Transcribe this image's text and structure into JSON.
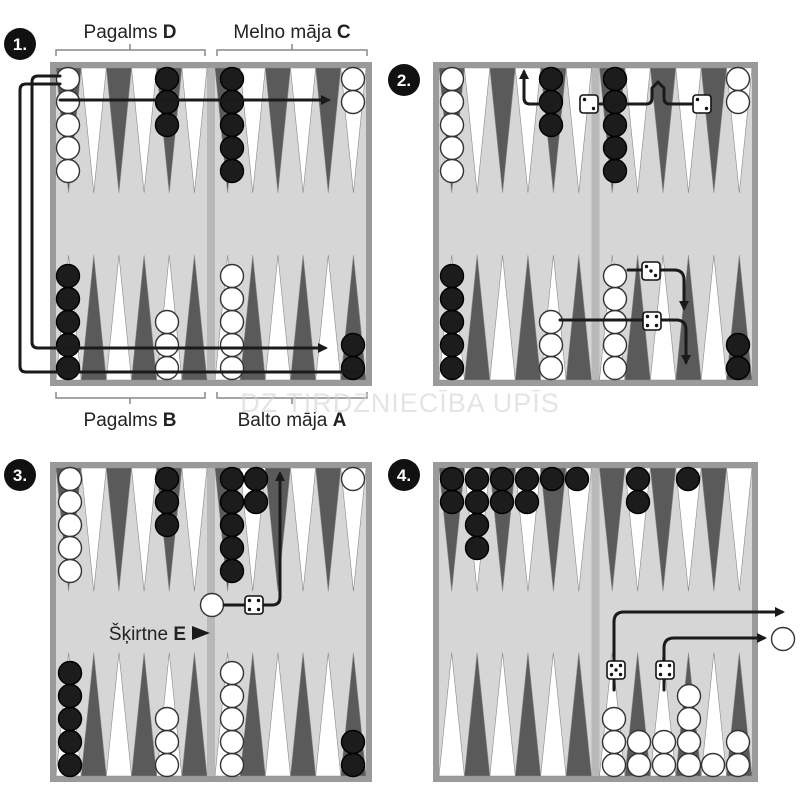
{
  "labels": {
    "pagalms_d": {
      "text": "Pagalms ",
      "letter": "D"
    },
    "melno_maja_c": {
      "text": "Melno māja ",
      "letter": "C"
    },
    "pagalms_b": {
      "text": "Pagalms ",
      "letter": "B"
    },
    "balto_maja_a": {
      "text": "Balto māja ",
      "letter": "A"
    },
    "skirtne_e": {
      "text": "Šķirtne ",
      "letter": "E"
    }
  },
  "steps": [
    "1.",
    "2.",
    "3.",
    "4."
  ],
  "watermark": "DZ      TIRDZNIECĪBA UPĪS",
  "colors": {
    "board": "#d6d6d6",
    "frame": "#9a9a9a",
    "dark_point": "#5a5a5a",
    "light_point": "#ffffff",
    "black_checker": "#1c1c1c",
    "white_checker": "#ffffff",
    "arrow": "#1a1a1a"
  },
  "icons": {
    "dice": "die-face-icon",
    "arrow": "arrow-icon",
    "step_badge": "step-number-badge"
  }
}
